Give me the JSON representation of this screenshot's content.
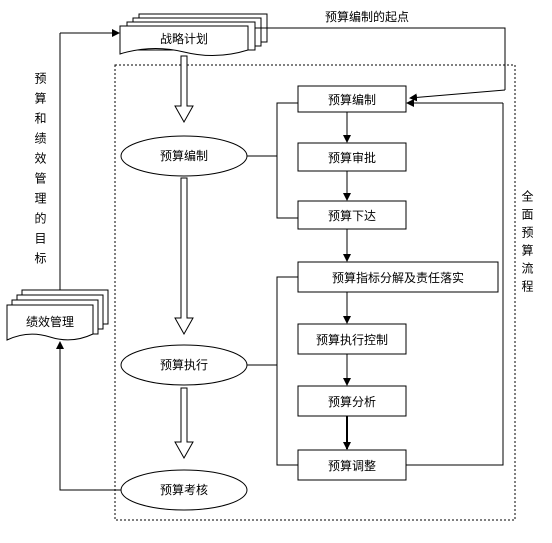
{
  "strategy_plan": "战略计划",
  "budget_start_label": "预算编制的起点",
  "left_vertical_label": "预算和绩效管理的目标",
  "right_vertical_label": "全面预算流程",
  "performance_mgmt": "绩效管理",
  "ellipses": {
    "budget_making": "预算编制",
    "budget_execution": "预算执行",
    "budget_assessment": "预算考核"
  },
  "steps": {
    "compile": "预算编制",
    "approve": "预算审批",
    "issue": "预算下达",
    "decompose": "预算指标分解及责任落实",
    "control": "预算执行控制",
    "analyze": "预算分析",
    "adjust": "预算调整"
  }
}
